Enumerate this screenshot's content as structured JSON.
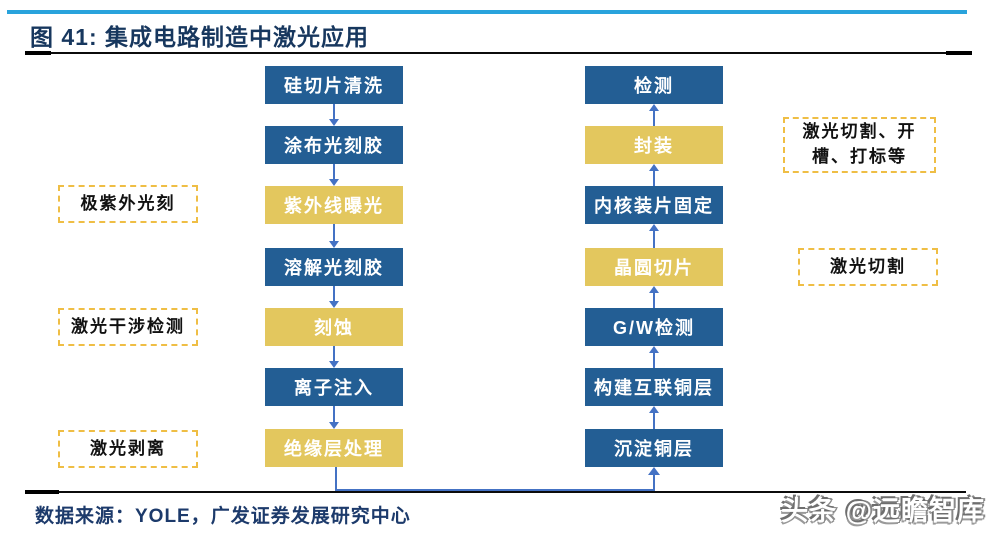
{
  "header": {
    "title": "图 41: 集成电路制造中激光应用"
  },
  "flow": {
    "left": [
      {
        "label": "硅切片清洗",
        "type": "standard"
      },
      {
        "label": "涂布光刻胶",
        "type": "standard"
      },
      {
        "label": "紫外线曝光",
        "type": "laser"
      },
      {
        "label": "溶解光刻胶",
        "type": "standard"
      },
      {
        "label": "刻蚀",
        "type": "laser"
      },
      {
        "label": "离子注入",
        "type": "standard"
      },
      {
        "label": "绝缘层处理",
        "type": "laser"
      }
    ],
    "right": [
      {
        "label": "检测",
        "type": "standard"
      },
      {
        "label": "封装",
        "type": "laser"
      },
      {
        "label": "内核装片固定",
        "type": "standard"
      },
      {
        "label": "晶圆切片",
        "type": "laser"
      },
      {
        "label": "G/W检测",
        "type": "standard"
      },
      {
        "label": "构建互联铜层",
        "type": "standard"
      },
      {
        "label": "沉淀铜层",
        "type": "standard"
      }
    ],
    "annotations": {
      "left": [
        "极紫外光刻",
        "激光干涉检测",
        "激光剥离"
      ],
      "right": [
        "激光切割、开槽、打标等",
        "激光切割"
      ]
    }
  },
  "footer": {
    "source": "数据来源：YOLE，广发证券发展研究中心",
    "watermark": "头条 @远瞻智库"
  },
  "colors": {
    "box_blue": "#235E94",
    "box_yellow": "#E3C75E",
    "arrow_blue": "#4472C4",
    "annotation_dash": "#EFBE45",
    "title_navy": "#17375E",
    "top_line_blue": "#29A3DC"
  }
}
